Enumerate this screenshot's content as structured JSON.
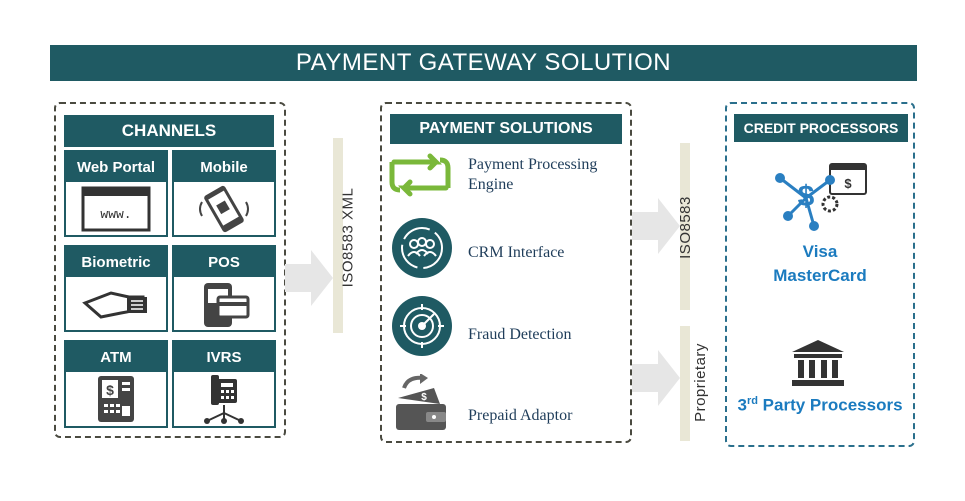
{
  "title": "PAYMENT GATEWAY SOLUTION",
  "channels": {
    "header": "CHANNELS",
    "tiles": [
      {
        "label": "Web Portal",
        "icon": "browser-icon",
        "icon_text": "www."
      },
      {
        "label": "Mobile",
        "icon": "mobile-phone-icon"
      },
      {
        "label": "Biometric",
        "icon": "fingerprint-hand-icon"
      },
      {
        "label": "POS",
        "icon": "pos-terminal-icon"
      },
      {
        "label": "ATM",
        "icon": "atm-machine-icon"
      },
      {
        "label": "IVRS",
        "icon": "telephone-icon"
      }
    ]
  },
  "connector1": "ISO8583 XML",
  "solutions": {
    "header": "PAYMENT SOLUTIONS",
    "items": [
      {
        "label": "Payment Processing Engine",
        "icon": "processing-cycle-icon"
      },
      {
        "label": "CRM Interface",
        "icon": "crm-people-icon"
      },
      {
        "label": "Fraud Detection",
        "icon": "radar-icon"
      },
      {
        "label": "Prepaid Adaptor",
        "icon": "prepaid-wallet-icon"
      }
    ]
  },
  "connector2": "ISO8583",
  "connector3": "Proprietary",
  "processors": {
    "header": "CREDIT PROCESSORS",
    "card_line1": "Visa",
    "card_line2": "MasterCard",
    "third_party_pre": "3",
    "third_party_sup": "rd",
    "third_party_post": " Party Processors"
  },
  "colors": {
    "primary": "#1f5a63",
    "accent": "#1b7bbf",
    "arrow": "#e6e6e6",
    "bar": "#e9e7d6"
  }
}
